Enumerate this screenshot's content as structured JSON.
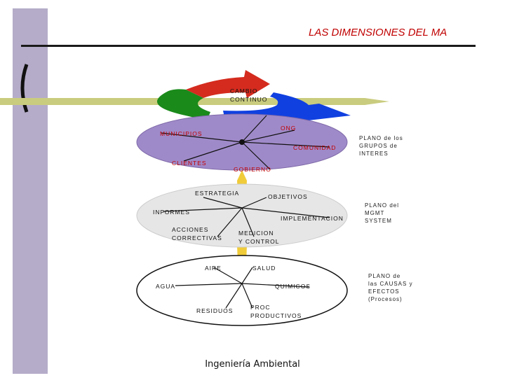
{
  "title": "LAS DIMENSIONES DEL MA",
  "cycle": {
    "label": "CAMBIO\nCONTINUO",
    "colors": [
      "#d42b1e",
      "#1a8a1a",
      "#1040e0"
    ]
  },
  "plane_groups": {
    "items": [
      "ONG",
      "MUNICIPIOS",
      "COMUNIDAD",
      "CLIENTES",
      "GOBIERNO"
    ],
    "side_label": "PLANO de los\nGRUPOS de\nINTERES",
    "color": "#9f8ac9"
  },
  "plane_mgmt": {
    "items": [
      "ESTRATEGIA",
      "OBJETIVOS",
      "INFORMES",
      "IMPLEMENTACION",
      "ACCIONES\nCORRECTIVAS",
      "MEDICION\nY CONTROL"
    ],
    "side_label": "PLANO del\nMGMT\nSYSTEM",
    "color": "#e6e6e6"
  },
  "plane_causes": {
    "items": [
      "AIRE",
      "SALUD",
      "AGUA",
      "QUIMICOS",
      "RESIDUOS",
      "PROC\nPRODUCTIVOS"
    ],
    "side_label": "PLANO de\nlas CAUSAS y\nEFECTOS\n(Procesos)",
    "color": "#ffffff"
  },
  "footer": "Ingeniería Ambiental"
}
